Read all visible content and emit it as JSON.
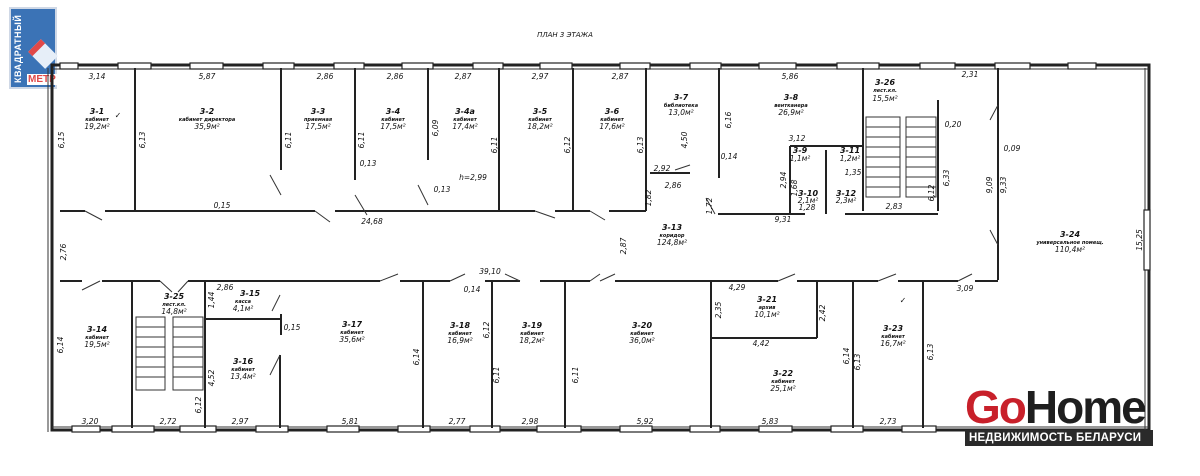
{
  "title": "ПЛАН 3 ЭТАЖА",
  "logos": {
    "kvadratny_metr": {
      "top": "КВАДРАТНЫЙ",
      "bottom": "МЕТР"
    },
    "gohome": {
      "go": "Go",
      "home": "Home",
      "subtitle": "НЕДВИЖИМОСТЬ БЕЛАРУСИ",
      "colors": {
        "go": "#c8202a",
        "home": "#1e1e1e"
      }
    }
  },
  "rooms": [
    {
      "id": "3-1",
      "name": "кабинет",
      "area": "19,2м²",
      "check": "✓"
    },
    {
      "id": "3-2",
      "name": "кабинет директора",
      "area": "35,9м²"
    },
    {
      "id": "3-3",
      "name": "приемная",
      "area": "17,5м²"
    },
    {
      "id": "3-4",
      "name": "кабинет",
      "area": "17,5м²"
    },
    {
      "id": "3-4а",
      "name": "кабинет",
      "area": "17,4м²"
    },
    {
      "id": "3-5",
      "name": "кабинет",
      "area": "18,2м²"
    },
    {
      "id": "3-6",
      "name": "кабинет",
      "area": "17,6м²"
    },
    {
      "id": "3-7",
      "name": "библиотека",
      "area": "13,0м²"
    },
    {
      "id": "3-8",
      "name": "вентканера",
      "area": "26,9м²"
    },
    {
      "id": "3-9",
      "name": "",
      "area": "1,1м²"
    },
    {
      "id": "3-10",
      "name": "",
      "area": "2,1м²"
    },
    {
      "id": "3-11",
      "name": "",
      "area": "1,2м²"
    },
    {
      "id": "3-12",
      "name": "",
      "area": "2,3м²"
    },
    {
      "id": "3-13",
      "name": "коридор",
      "area": "124,8м²"
    },
    {
      "id": "3-14",
      "name": "кабинет",
      "area": "19,5м²"
    },
    {
      "id": "3-15",
      "name": "касса",
      "area": "4,1м²"
    },
    {
      "id": "3-16",
      "name": "кабинет",
      "area": "13,4м²"
    },
    {
      "id": "3-17",
      "name": "кабинет",
      "area": "35,6м²"
    },
    {
      "id": "3-18",
      "name": "кабинет",
      "area": "16,9м²"
    },
    {
      "id": "3-19",
      "name": "кабинет",
      "area": "18,2м²"
    },
    {
      "id": "3-20",
      "name": "кабинет",
      "area": "36,0м²"
    },
    {
      "id": "3-21",
      "name": "архив",
      "area": "10,1м²"
    },
    {
      "id": "3-22",
      "name": "кабинет",
      "area": "25,1м²"
    },
    {
      "id": "3-23",
      "name": "кабинет",
      "area": "16,7м²",
      "check": "✓"
    },
    {
      "id": "3-24",
      "name": "универсальное помещ.",
      "area": "110,4м²"
    },
    {
      "id": "3-25",
      "name": "лест.кл.",
      "area": "14,8м²"
    },
    {
      "id": "3-26",
      "name": "лест.кл.",
      "area": "15,5м²"
    }
  ],
  "dims": {
    "top": [
      "3,14",
      "5,87",
      "2,86",
      "2,86",
      "2,87",
      "2,97",
      "2,87",
      "5,86",
      "2,31"
    ],
    "bottom": [
      "3,20",
      "2,72",
      "2,97",
      "5,81",
      "2,77",
      "2,98",
      "5,92",
      "5,83",
      "2,73"
    ],
    "vertical": [
      "6,15",
      "6,13",
      "6,11",
      "6,11",
      "6,09",
      "6,11",
      "6,12",
      "6,13",
      "4,50",
      "6,16",
      "6,33",
      "6,12",
      "9,09",
      "9,33",
      "15,25",
      "2,76",
      "2,87",
      "1,82",
      "1,72",
      "2,94",
      "1,68",
      "6,14",
      "1,44",
      "4,52",
      "6,12",
      "6,14",
      "6,12",
      "6,11",
      "6,11",
      "2,35",
      "2,42",
      "6,14",
      "6,13",
      "6,13"
    ],
    "misc": [
      "0,15",
      "24,68",
      "0,13",
      "0,13",
      "h=2,99",
      "0,14",
      "2,92",
      "2,86",
      "3,12",
      "9,31",
      "2,83",
      "0,20",
      "0,09",
      "1,28",
      "1,35",
      "39,10",
      "0,14",
      "2,86",
      "0,15",
      "4,29",
      "4,42",
      "3,09"
    ]
  }
}
